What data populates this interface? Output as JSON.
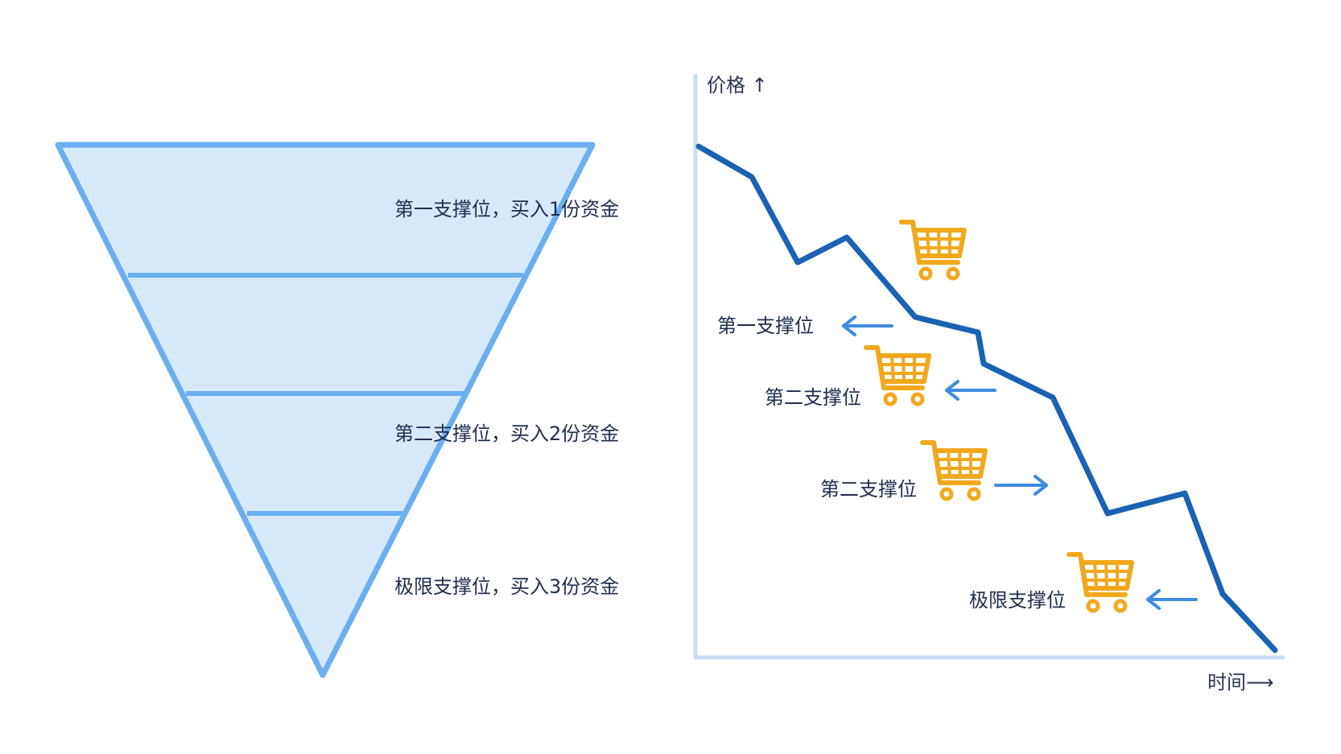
{
  "funnel": {
    "levels": [
      {
        "label": "第一支撑位，买入1份资金"
      },
      {
        "label": "第二支撑位，买入2份资金"
      },
      {
        "label": "极限支撑位，买入3份资金"
      }
    ]
  },
  "chart": {
    "y_axis_label": "价格 ↑",
    "x_axis_label": "时间⟶",
    "callouts": [
      {
        "label": "第一支撑位",
        "arrow": "left"
      },
      {
        "label": "第二支撑位",
        "arrow": "left"
      },
      {
        "label": "第二支撑位",
        "arrow": "right"
      },
      {
        "label": "极限支撑位",
        "arrow": "left"
      }
    ],
    "line_color": "#1a62b3",
    "axis_color": "#c9ddf2",
    "arrow_color": "#3d8de0",
    "cart_color": "#f2a81d"
  },
  "colors": {
    "funnel_fill": "#d6e9fb",
    "funnel_stroke": "#6aafef"
  }
}
